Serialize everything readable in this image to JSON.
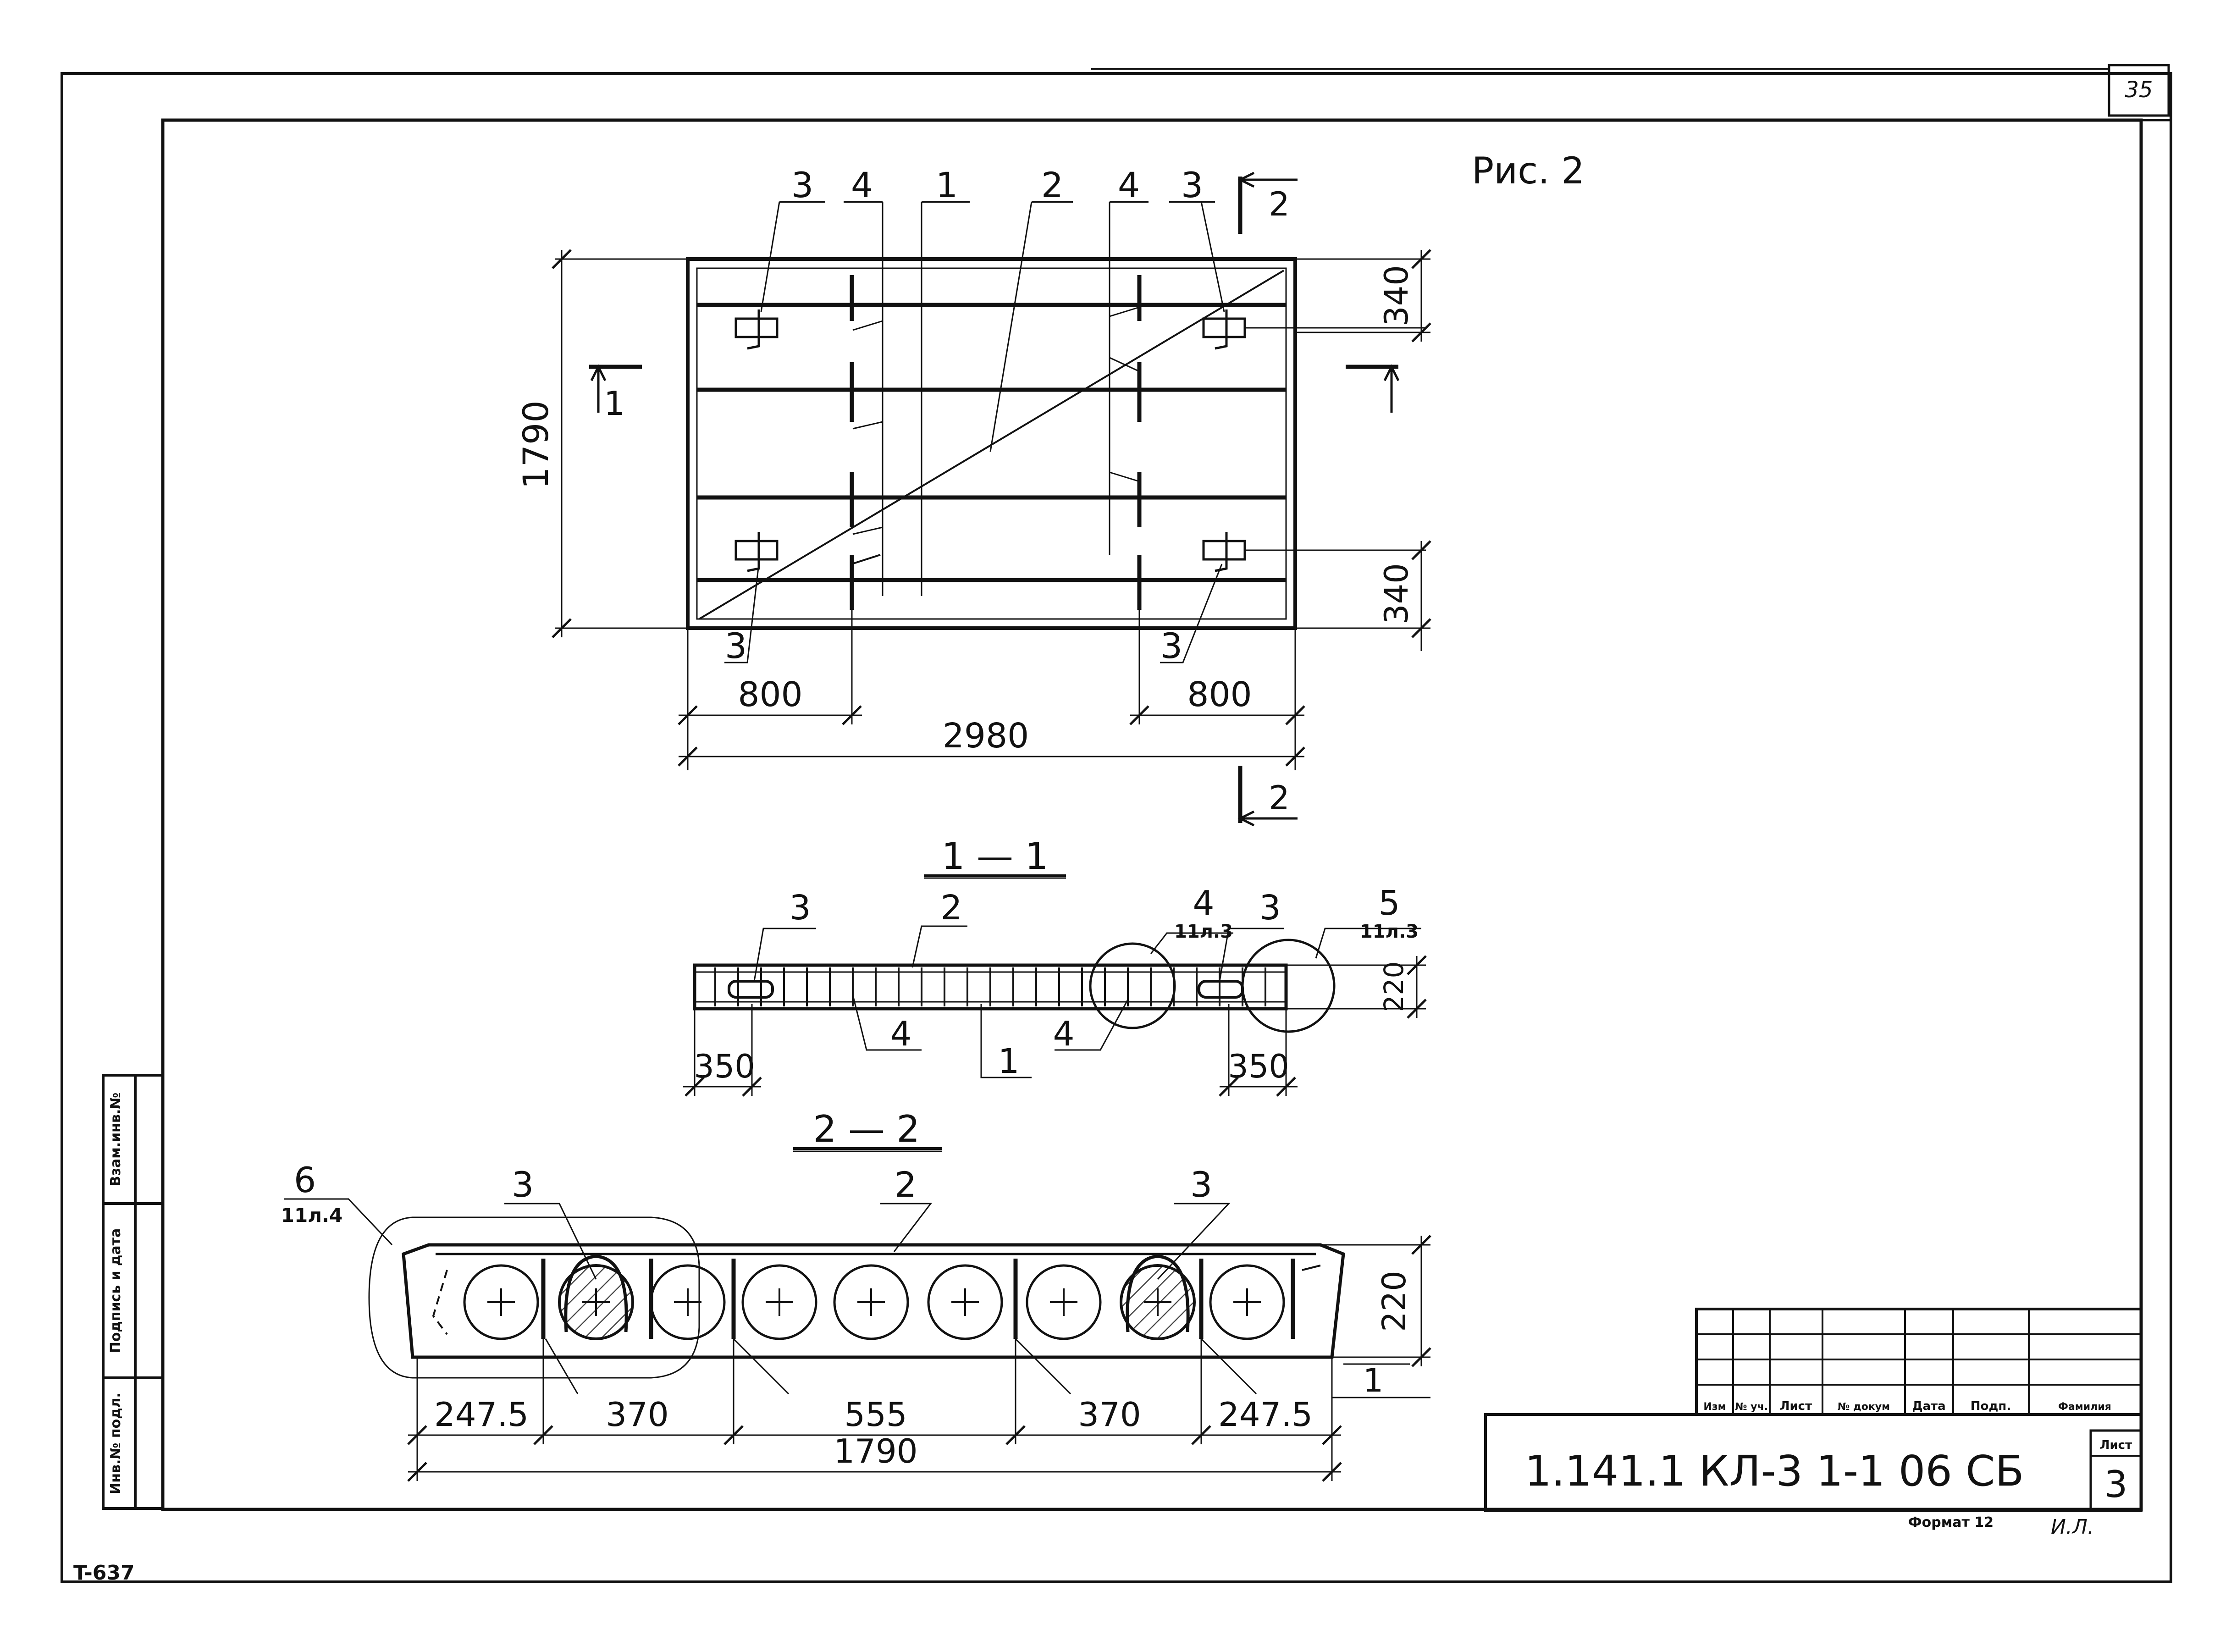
{
  "colors": {
    "ink": "#111111",
    "paper": "#ffffff",
    "hatch": "#444444"
  },
  "page": {
    "sheet_corner_number": "35",
    "archive_code": "T-637",
    "format_label": "Формат 12",
    "handwritten_mark": "И.Л."
  },
  "figure": {
    "title": "Рис. 2"
  },
  "plan": {
    "dim_length": "2980",
    "dim_width": "1790",
    "dim_edge_left": "800",
    "dim_edge_right": "800",
    "dim_top_right": "340",
    "dim_bottom_right": "340",
    "callouts": {
      "c3_top_left": "3",
      "c4_top_left": "4",
      "c1_top": "1",
      "c2_top": "2",
      "c4_top_right": "4",
      "c3_top_right": "3",
      "c3_bottom_left": "3",
      "c3_bottom_right": "3"
    },
    "section_marks": {
      "s1_left": "1",
      "s2_top": "2",
      "s2_bottom": "2"
    }
  },
  "section_1_1": {
    "title": "1 — 1",
    "dim_height": "220",
    "dim_left": "350",
    "dim_right": "350",
    "callouts": {
      "c3_left": "3",
      "c2": "2",
      "c4_top": "4",
      "c4_top_ref": "11л.3",
      "c3_right": "3",
      "c5": "5",
      "c5_ref": "11л.3",
      "c4_bottom_left": "4",
      "c1_bottom": "1",
      "c4_bottom_right": "4"
    }
  },
  "section_2_2": {
    "title": "2 — 2",
    "dim_height": "220",
    "dims_bottom": [
      "247.5",
      "370",
      "555",
      "370",
      "247.5"
    ],
    "dim_total": "1790",
    "callouts": {
      "c6": "6",
      "c6_ref": "11л.4",
      "c3_left": "3",
      "c2": "2",
      "c3_right": "3",
      "c1_right": "1"
    }
  },
  "title_block": {
    "columns": [
      "Изм",
      "№ уч.",
      "Лист",
      "№ докум",
      "Дата",
      "Подп.",
      "Фамилия"
    ],
    "designation": "1.141.1 КЛ-3 1-1 06 СБ",
    "sheet_label": "Лист",
    "sheet_number": "3"
  },
  "left_stamp": {
    "labels": [
      "Инв.№ подл.",
      "Подпись и дата",
      "Взам.инв.№"
    ]
  }
}
